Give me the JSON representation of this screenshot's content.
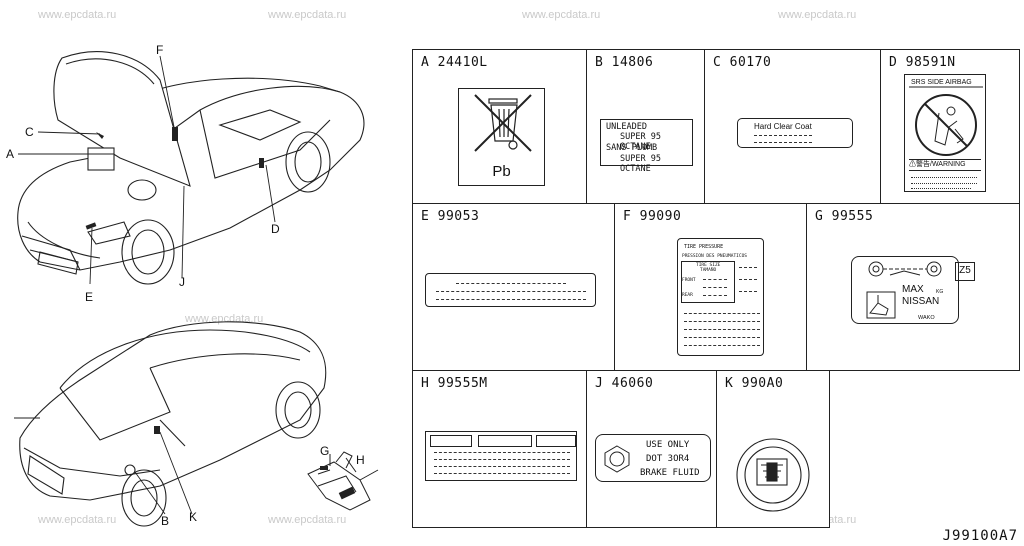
{
  "watermark": "www.epcdata.ru",
  "diagram_code": "J99100A7",
  "callouts": {
    "A": "A",
    "B": "B",
    "C": "C",
    "D": "D",
    "E": "E",
    "F": "F",
    "G": "G",
    "H": "H",
    "J": "J",
    "K": "K"
  },
  "labels": {
    "A": {
      "title": "A  24410L",
      "text": "Pb"
    },
    "B": {
      "title": "B  14806",
      "lines": [
        "UNLEADED",
        "SUPER 95 OCTANE",
        "SANS PLOMB",
        "SUPER 95 OCTANE"
      ]
    },
    "C": {
      "title": "C  60170",
      "text": "Hard Clear Coat"
    },
    "D": {
      "title": "D  98591N",
      "heading": "SRS SIDE AIRBAG",
      "warning": "⚠警告/WARNING"
    },
    "E": {
      "title": "E  99053"
    },
    "F": {
      "title": "F  99090",
      "heading": "TIRE PRESSURE",
      "sub": "PRESSION DES PNEUMATICOS",
      "col": "TIRE SIZE",
      "col2": "TAMAÑO",
      "row1": "FRONT",
      "row2": "REAR"
    },
    "G": {
      "title": "G  99555",
      "badge": "Z5",
      "max": "MAX",
      "kg": "KG",
      "brand": "NISSAN",
      "foot": "WAKO"
    },
    "H": {
      "title": "H  99555M"
    },
    "J": {
      "title": "J  46060",
      "lines": [
        "USE ONLY",
        "DOT 3OR4",
        "BRAKE FLUID"
      ]
    },
    "K": {
      "title": "K  990A0"
    }
  }
}
